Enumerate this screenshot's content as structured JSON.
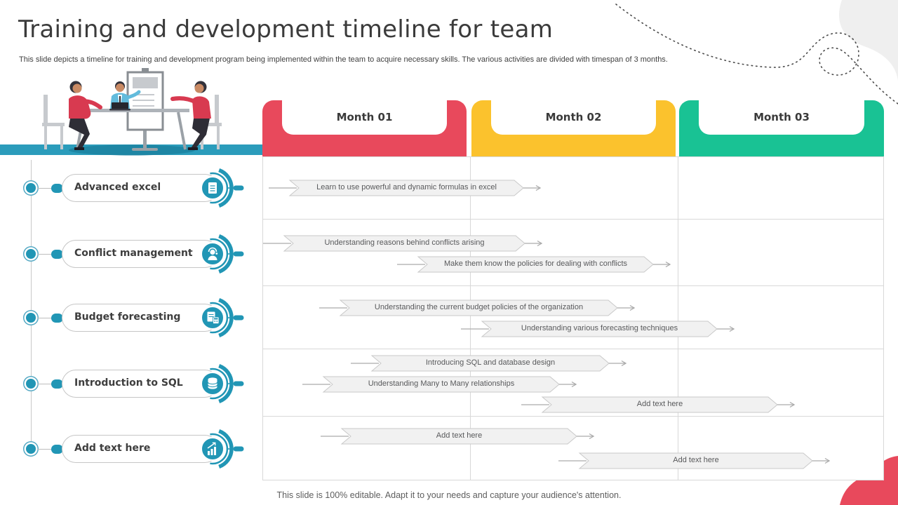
{
  "slide": {
    "title": "Training and development timeline for team",
    "subtitle": "This slide depicts a timeline for training and development program being implemented within the team to acquire necessary skills. The various activities are divided with timespan of 3 months.",
    "footer": "This slide is 100% editable. Adapt it to your needs and capture your audience's attention."
  },
  "months": [
    {
      "label": "Month 01",
      "color": "#e8495c"
    },
    {
      "label": "Month 02",
      "color": "#fbc22d"
    },
    {
      "label": "Month 03",
      "color": "#19c294"
    }
  ],
  "categories": [
    {
      "label": "Advanced excel",
      "icon": "spreadsheet-icon"
    },
    {
      "label": "Conflict management",
      "icon": "support-agent-icon"
    },
    {
      "label": "Budget forecasting",
      "icon": "budget-report-icon"
    },
    {
      "label": "Introduction to SQL",
      "icon": "database-icon"
    },
    {
      "label": "Add text here",
      "icon": "growth-chart-icon"
    }
  ],
  "tasks": [
    {
      "category": "Advanced excel",
      "label": "Learn to use powerful and dynamic formulas in excel",
      "span": "Month 01"
    },
    {
      "category": "Conflict management",
      "label": "Understanding reasons behind conflicts arising",
      "span": "Month 01"
    },
    {
      "category": "Conflict management",
      "label": "Make them know the policies for dealing with conflicts",
      "span": "Month 01-02"
    },
    {
      "category": "Budget forecasting",
      "label": "Understanding the current budget policies of the organization",
      "span": "Month 01-02"
    },
    {
      "category": "Budget forecasting",
      "label": "Understanding various forecasting techniques",
      "span": "Month 02"
    },
    {
      "category": "Introduction to SQL",
      "label": "Introducing SQL and database design",
      "span": "Month 01-02"
    },
    {
      "category": "Introduction to SQL",
      "label": "Understanding Many to Many relationships",
      "span": "Month 01-02"
    },
    {
      "category": "Introduction to SQL",
      "label": "Add text here",
      "span": "Month 02-03"
    },
    {
      "category": "Add text here",
      "label": "Add text here",
      "span": "Month 01-02"
    },
    {
      "category": "Add text here",
      "label": "Add text here",
      "span": "Month 02-03"
    }
  ],
  "colors": {
    "accent_teal": "#2196b5",
    "teal_bar": "#2b9cbb",
    "grid_line": "#d8d8d8",
    "bar_fill": "#f1f1f1",
    "bar_border": "#c9c9c9",
    "bar_text": "#58595b",
    "title_text": "#3b3b3b",
    "accent_red": "#e8495c"
  }
}
